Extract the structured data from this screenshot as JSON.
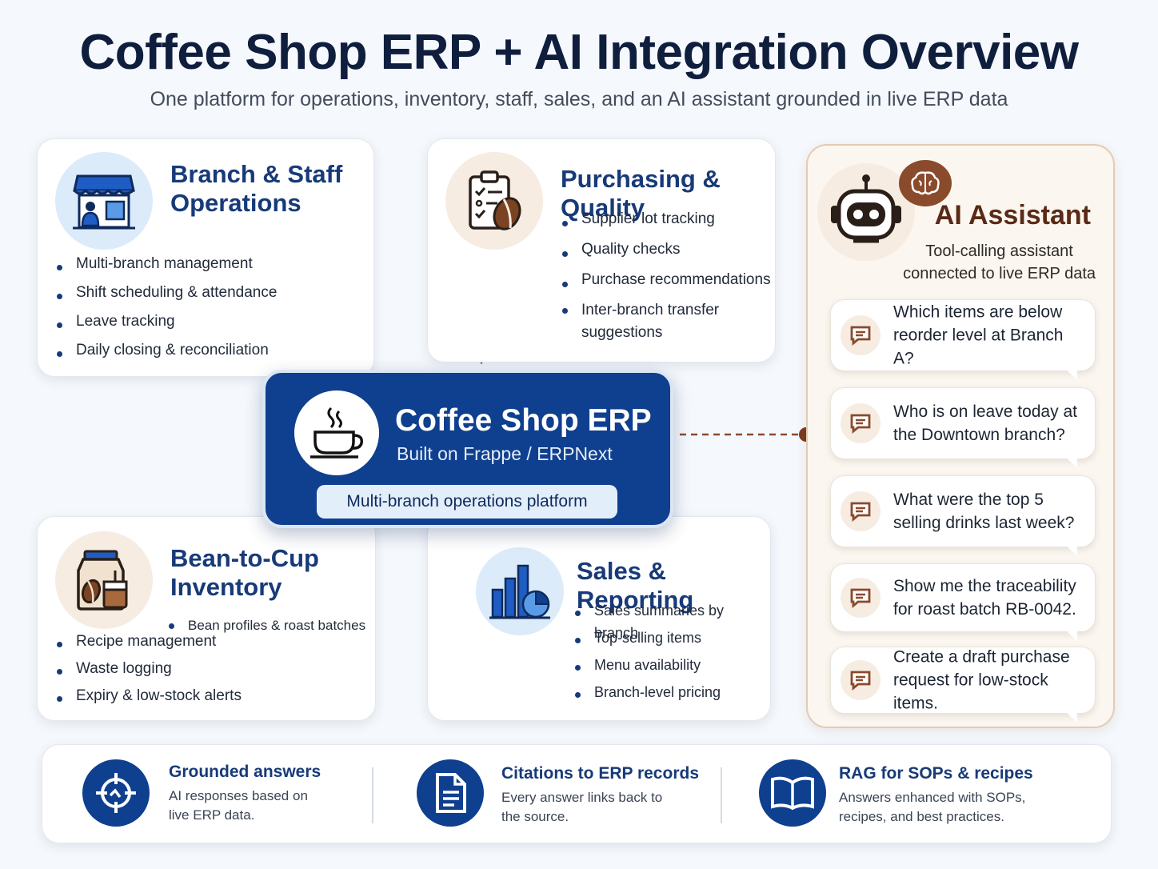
{
  "header": {
    "title": "Coffee Shop ERP + AI Integration Overview",
    "subtitle": "One platform for operations, inventory, staff, sales, and an AI assistant grounded in live ERP data"
  },
  "branch_staff": {
    "title_line1": "Branch & Staff",
    "title_line2": "Operations",
    "icon": "storefront-icon",
    "items": [
      "Multi-branch management",
      "Shift scheduling & attendance",
      "Leave tracking",
      "Daily closing & reconciliation"
    ]
  },
  "purchasing": {
    "title": "Purchasing & Quality",
    "icon": "clipboard-coffee-bean-icon",
    "items": [
      "Supplier lot tracking",
      "Quality checks",
      "Purchase recommendations",
      "Inter-branch transfer",
      "suggestions"
    ]
  },
  "inventory": {
    "title_line1": "Bean-to-Cup",
    "title_line2": "Inventory",
    "icon": "coffee-bag-icon",
    "items": [
      "Bean profiles & roast batches",
      "Recipe management",
      "Waste logging",
      "Expiry & low-stock alerts"
    ]
  },
  "sales": {
    "title": "Sales & Reporting",
    "icon": "bar-pie-chart-icon",
    "items": [
      "Sales summaries by branch",
      "Top-selling items",
      "Menu availability",
      "Branch-level pricing"
    ]
  },
  "erp": {
    "title": "Coffee Shop ERP",
    "subtitle": "Built on Frappe / ERPNext",
    "tag": "Multi-branch operations platform",
    "icon": "coffee-cup-icon"
  },
  "ai": {
    "title": "AI Assistant",
    "desc_line1": "Tool-calling assistant",
    "desc_line2": "connected to live ERP data",
    "icon": "robot-icon",
    "questions": [
      {
        "line1": "Which items are below",
        "line2": "reorder level at Branch A?"
      },
      {
        "line1": "Who is on leave today at",
        "line2": "the Downtown branch?"
      },
      {
        "line1": "What were the top 5",
        "line2": "selling drinks last week?"
      },
      {
        "line1": "Show me the traceability",
        "line2": "for roast batch RB-0042."
      },
      {
        "line1": "Create a draft purchase",
        "line2": "request for low-stock items."
      }
    ]
  },
  "features": [
    {
      "title": "Grounded answers",
      "desc_line1": "AI responses based on",
      "desc_line2": "live ERP data.",
      "icon": "target-icon"
    },
    {
      "title": "Citations to ERP records",
      "desc_line1": "Every answer links back to",
      "desc_line2": "the source.",
      "icon": "document-icon"
    },
    {
      "title": "RAG for SOPs & recipes",
      "desc_line1": "Answers enhanced with SOPs,",
      "desc_line2": "recipes, and best practices.",
      "icon": "open-book-icon"
    }
  ],
  "colors": {
    "primary_blue": "#0f3f8f",
    "title_navy": "#0f1e3d",
    "accent_brown": "#6b3a24",
    "ai_panel_bg": "#fbf6f0"
  }
}
